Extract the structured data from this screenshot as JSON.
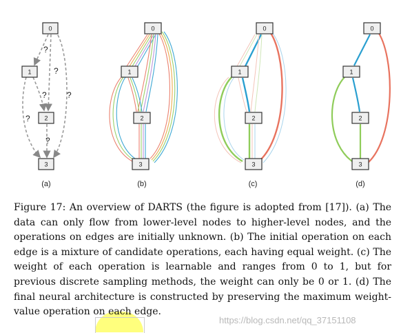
{
  "figure": {
    "panels": [
      {
        "label": "(a)",
        "nodes": [
          "0",
          "1",
          "2",
          "3"
        ],
        "edge_marks": [
          "?",
          "?",
          "?",
          "?",
          "?",
          "?"
        ]
      },
      {
        "label": "(b)",
        "nodes": [
          "0",
          "1",
          "2",
          "3"
        ]
      },
      {
        "label": "(c)",
        "nodes": [
          "0",
          "1",
          "2",
          "3"
        ]
      },
      {
        "label": "(d)",
        "nodes": [
          "0",
          "1",
          "2",
          "3"
        ]
      }
    ],
    "colors": {
      "unknown": "#999999",
      "op1": "#e8735f",
      "op2": "#8fcc5a",
      "op3": "#2a9fd0",
      "op4": "#e9a23a",
      "op5": "#b38ad6"
    }
  },
  "caption": {
    "text": "Figure 17: An overview of DARTS (the figure is adopted from [17]). (a) The data can only flow from lower-level nodes to higher-level nodes, and the operations on edges are initially unknown. (b) The initial operation on each edge is a mixture of candidate operations, each having equal weight. (c) The weight of each operation is learnable and ranges from 0 to 1, but for previous discrete sampling methods, the weight can only be 0 or 1. (d) The final neural architecture is constructed by preserving the maximum weight-value operation on each edge."
  },
  "watermark": "https://blog.csdn.net/qq_37151108"
}
